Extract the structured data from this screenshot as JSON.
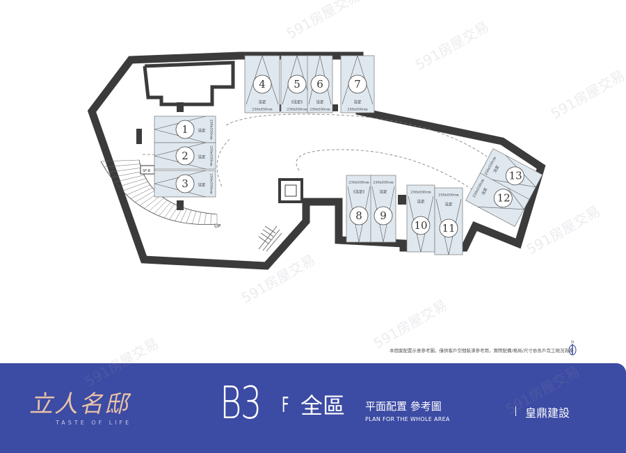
{
  "plan": {
    "up_label": "UP",
    "shaft_label": "SF-B",
    "spots": [
      {
        "number": "1",
        "type": "法定",
        "size": "250x550cm"
      },
      {
        "number": "2",
        "type": "法定",
        "size": "250x550cm"
      },
      {
        "number": "3",
        "type": "法定",
        "size": "250x550cm"
      },
      {
        "number": "4",
        "type": "法定",
        "size": "250x550cm"
      },
      {
        "number": "5",
        "type": "《法定》",
        "size": "230x550cm"
      },
      {
        "number": "6",
        "type": "法定",
        "size": "250x550cm"
      },
      {
        "number": "7",
        "type": "法定",
        "size": "250x550cm"
      },
      {
        "number": "8",
        "type": "《法定》",
        "size": "230x550cm"
      },
      {
        "number": "9",
        "type": "法定",
        "size": "250x550cm"
      },
      {
        "number": "10",
        "type": "法定",
        "size": "250x550cm"
      },
      {
        "number": "11",
        "type": "法定",
        "size": "250x550cm"
      },
      {
        "number": "12",
        "type": "法定",
        "size": "250x550cm"
      },
      {
        "number": "13",
        "type": "法定",
        "size": "250x550cm"
      }
    ],
    "disclaimer": "本個案配置示意參考圖，僅供客戶空間裝潢參考用，實際配備/格局/尺寸依各戶完工現況為準"
  },
  "banner": {
    "logo_cn": "立人名邸",
    "logo_en": "TASTE OF LIFE",
    "floor": "B3",
    "floor_suffix": "F",
    "zone": "全區",
    "subtitle_cn": "平面配置 參考圖",
    "subtitle_en": "PLAN FOR THE WHOLE AREA",
    "builder": "皇鼎建設"
  },
  "watermark": "591房屋交易",
  "colors": {
    "banner": "#3c4ba3",
    "wall": "#3b3b3b",
    "spot_fill": "#dfe8ef",
    "logo": "#e8c2a8"
  }
}
